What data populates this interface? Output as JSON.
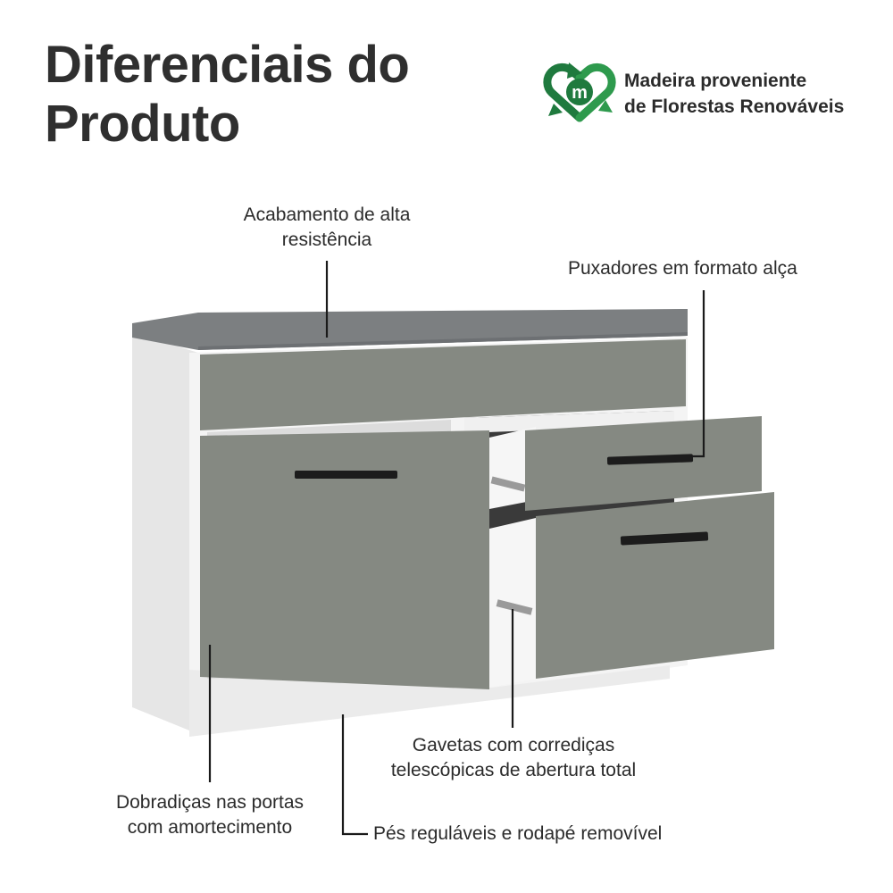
{
  "title": {
    "line1": "Diferenciais do",
    "line2": "Produto"
  },
  "badge": {
    "icon": "recycle-heart-m-icon",
    "letter": "m",
    "line1": "Madeira proveniente",
    "line2": "de Florestas Renováveis",
    "color": "#1f7a3e"
  },
  "callouts": {
    "acabamento": {
      "line1": "Acabamento de alta",
      "line2": "resistência"
    },
    "puxadores": {
      "line1": "Puxadores em formato alça"
    },
    "gavetas": {
      "line1": "Gavetas com corrediças",
      "line2": "telescópicas de abertura total"
    },
    "dobradicas": {
      "line1": "Dobradiças nas portas",
      "line2": "com amortecimento"
    },
    "pes": {
      "line1": "Pés reguláveis e rodapé removível"
    }
  },
  "colors": {
    "front": "#858982",
    "top": "#7c7f81",
    "body": "#f2f2f2",
    "handle": "#1c1c1c"
  }
}
